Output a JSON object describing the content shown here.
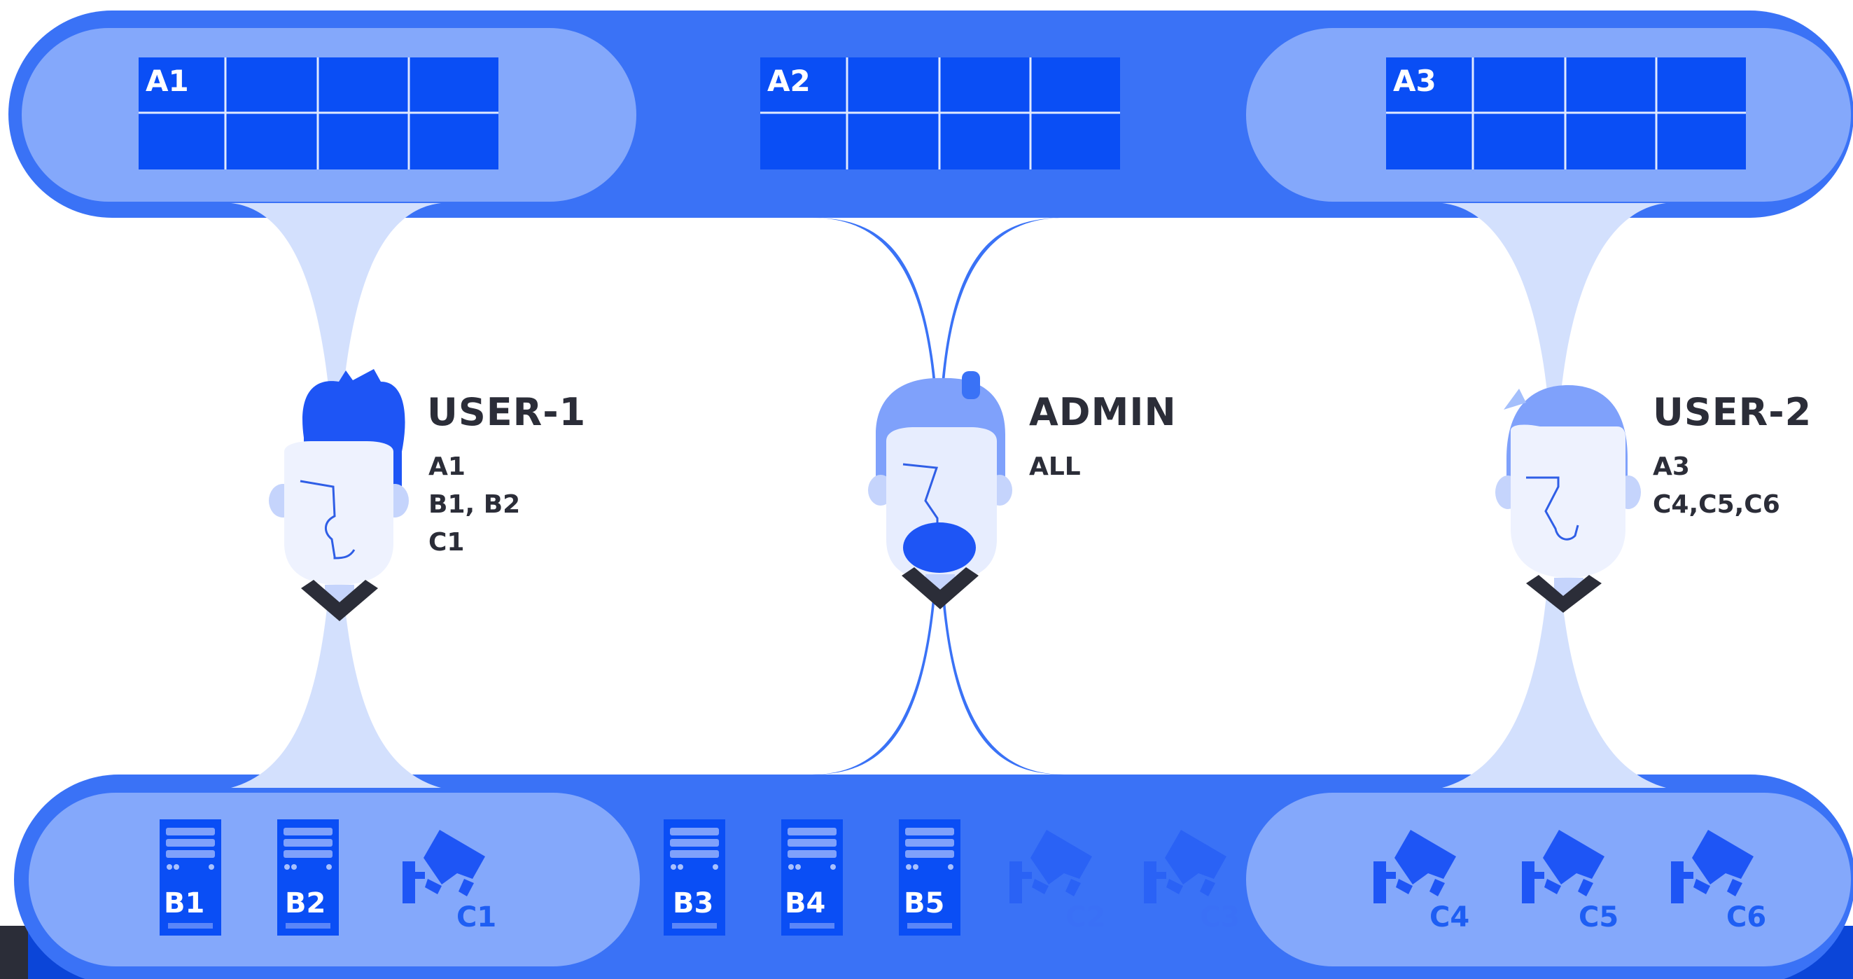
{
  "colors": {
    "frame": "#3a72f6",
    "pill": "#84a8fb",
    "cell": "#0a4ef5",
    "beam": "#d3e0fd",
    "text": "#2b2d38",
    "bottom_bar": "#0b45d8",
    "dark_strip": "#2b2d38"
  },
  "video_walls": [
    {
      "label": "A1"
    },
    {
      "label": "A2"
    },
    {
      "label": "A3"
    }
  ],
  "users": [
    {
      "name": "USER-1",
      "permissions": [
        "A1",
        "B1, B2",
        "C1"
      ]
    },
    {
      "name": "ADMIN",
      "permissions": [
        "ALL"
      ]
    },
    {
      "name": "USER-2",
      "permissions": [
        "A3",
        "C4,C5,C6"
      ]
    }
  ],
  "servers": [
    {
      "label": "B1"
    },
    {
      "label": "B2"
    },
    {
      "label": "B3"
    },
    {
      "label": "B4"
    },
    {
      "label": "B5"
    }
  ],
  "cameras": [
    {
      "label": "C1"
    },
    {
      "label": "C2"
    },
    {
      "label": "C3"
    },
    {
      "label": "C4"
    },
    {
      "label": "C5"
    },
    {
      "label": "C6"
    }
  ]
}
